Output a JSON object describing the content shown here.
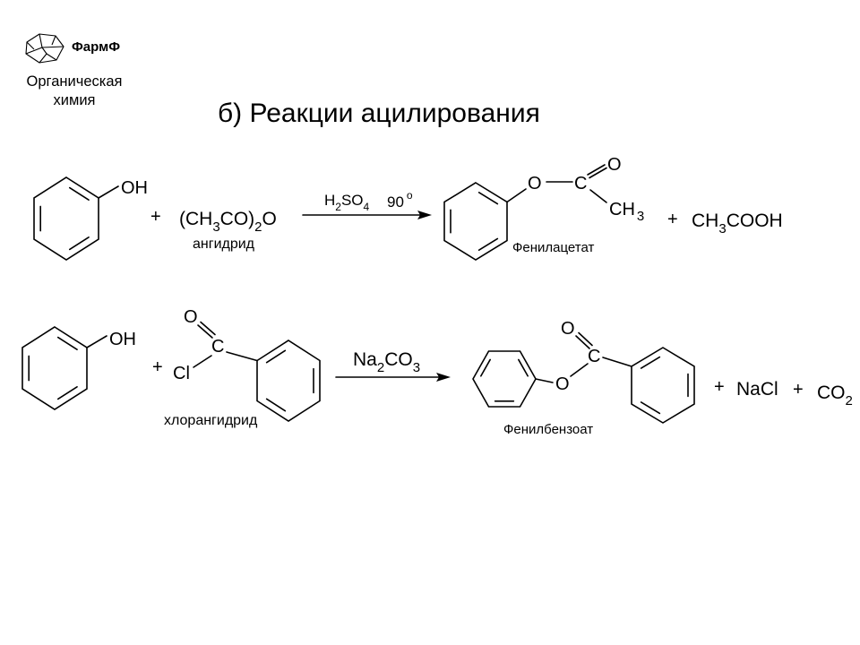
{
  "logo": {
    "icon": "adamantane-icon",
    "brand": "ФармФ",
    "subject_line_1": "Органическая",
    "subject_line_2": "химия",
    "brand_color": "#1c2fa8",
    "subject_color": "#e02a1e"
  },
  "title": "б) Реакции ацилирования",
  "reaction_1": {
    "reactant_1": {
      "group": "OH"
    },
    "plus": "+",
    "reactant_2": {
      "formula": [
        "(CH",
        "3",
        "CO)",
        "2",
        "O"
      ],
      "name": "ангидрид"
    },
    "conditions": {
      "catalyst": [
        "H",
        "2",
        "SO",
        "4"
      ],
      "temperature": "90",
      "degree_mark": "o"
    },
    "product_1": {
      "ester_oxygen": "O",
      "carbonyl_carbon": "C",
      "carbonyl_oxygen": "O",
      "methyl": [
        "CH",
        "3"
      ],
      "name": "Фенилацетат"
    },
    "plus_2": "+",
    "product_2": {
      "formula": [
        "CH",
        "3",
        "COOH"
      ]
    }
  },
  "reaction_2": {
    "reactant_1": {
      "group": "OH"
    },
    "plus": "+",
    "reactant_2": {
      "carbonyl_oxygen": "O",
      "carbonyl_carbon": "C",
      "chlorine": "Cl",
      "name": "хлорангидрид"
    },
    "conditions": {
      "reagent": [
        "Na",
        "2",
        "CO",
        "3"
      ]
    },
    "product_1": {
      "carbonyl_oxygen": "O",
      "carbonyl_carbon": "C",
      "ester_oxygen": "O",
      "name": "Фенилбензоат"
    },
    "plus_2": "+",
    "product_2": {
      "formula": "NaCl"
    },
    "plus_3": "+",
    "product_3": {
      "formula": [
        "CO",
        "2"
      ]
    }
  }
}
